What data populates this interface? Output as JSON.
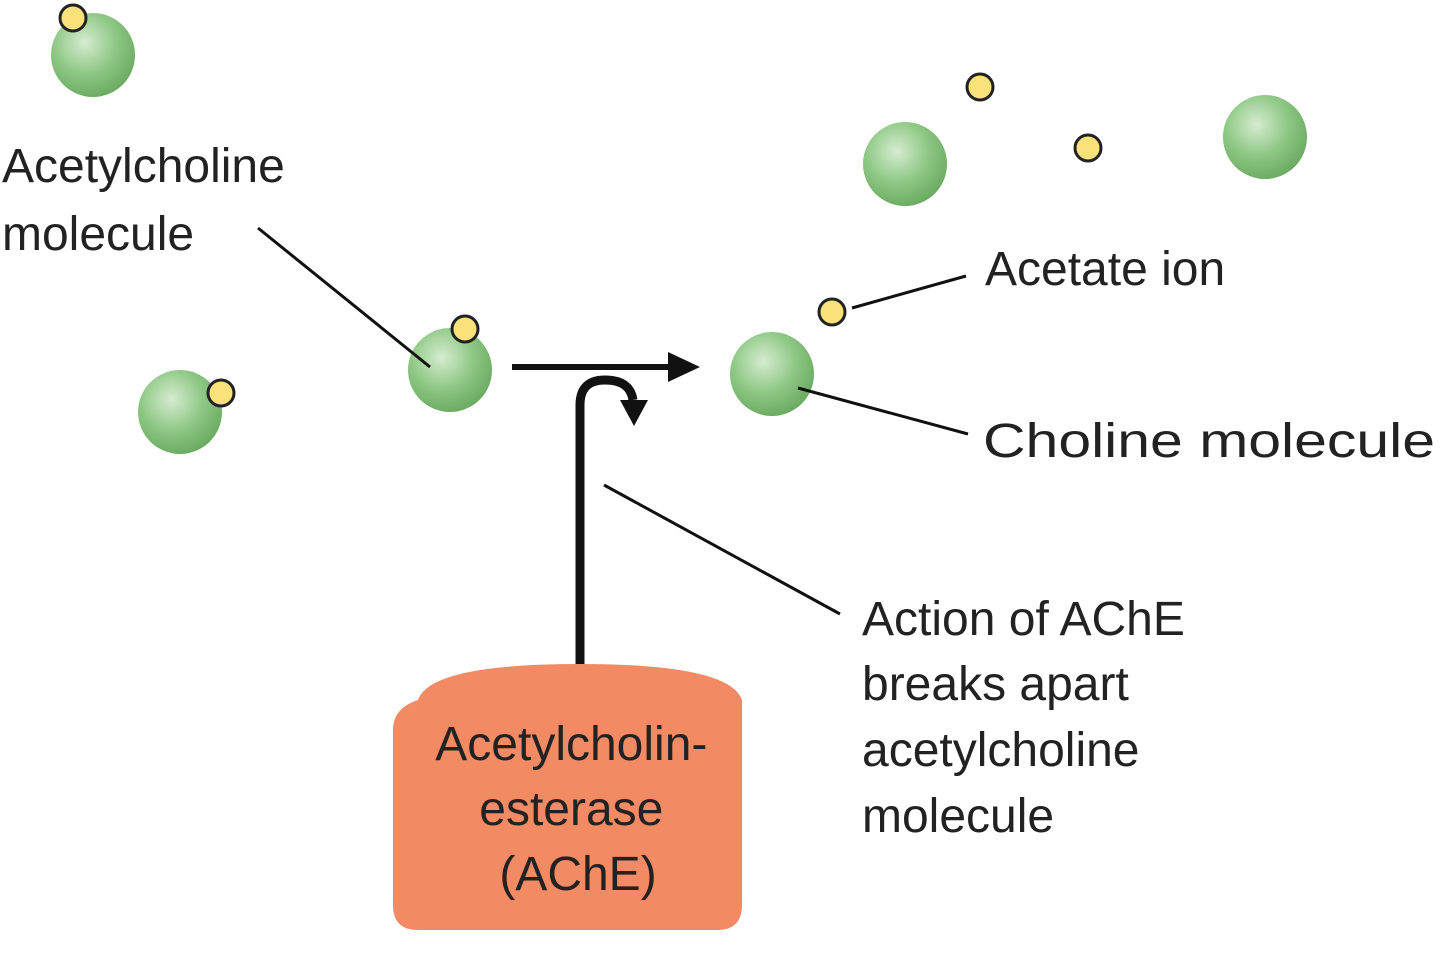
{
  "labels": {
    "acetylcholine": [
      "Acetylcholine",
      "molecule"
    ],
    "acetate": "Acetate ion",
    "choline": "Choline molecule",
    "action": [
      "Action of AChE",
      "breaks apart",
      "acetylcholine",
      "molecule"
    ],
    "enzyme": [
      "Acetylcholin-",
      "esterase",
      "(AChE)"
    ]
  },
  "colors": {
    "choline_green": "#7dbf72",
    "acetate_yellow": "#f9e27a",
    "enzyme_orange": "#f28a63",
    "text": "#222222"
  }
}
